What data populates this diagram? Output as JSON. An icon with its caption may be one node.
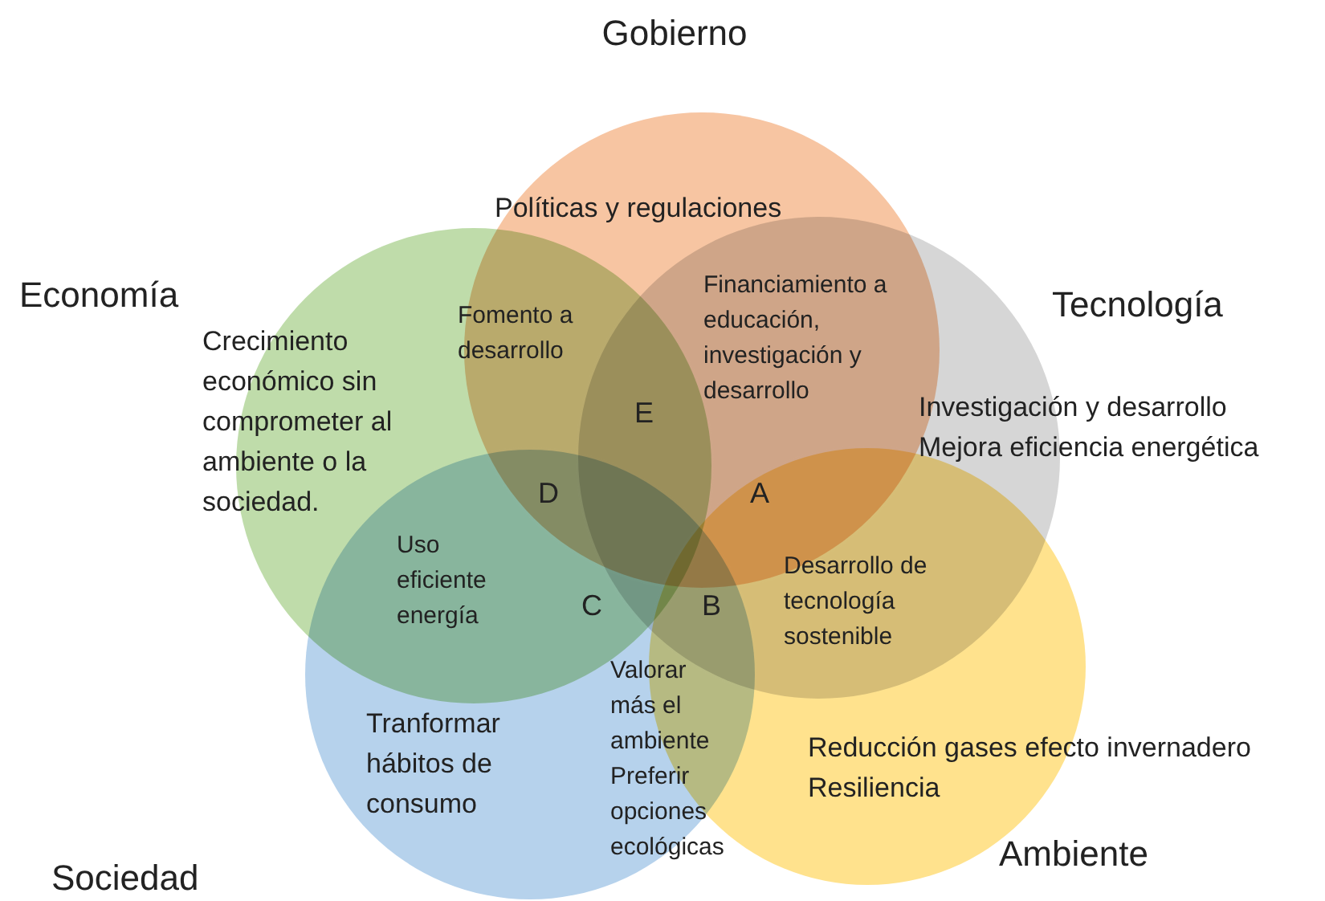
{
  "diagram": {
    "nodes": [
      {
        "text": [
          "Gobierno",
          "Políticas y regulaciones"
        ]
      },
      {
        "text": [
          "Economía",
          "Crecimiento económico sin comprometer al ambiente o la sociedad."
        ]
      },
      {
        "text": [
          "Tecnología",
          "Investigación y desarrollo",
          "Mejora eficiencia energética"
        ]
      },
      {
        "text": [
          "Tranformar hábitos de consumo",
          "Sociedad"
        ]
      },
      {
        "text": [
          "Reducción gases efecto invernadero",
          "Resiliencia",
          "Ambiente"
        ]
      }
    ],
    "labels": [
      "Fomento a desarrollo",
      "Financiamiento a educación, investigación y desarrollo",
      "E",
      "D",
      "A",
      "Uso eficiente energía",
      "C",
      "B",
      "Desarrollo de tecnología sostenible",
      "Valorar más el ambiente",
      "Preferir opciones ecológicas"
    ]
  }
}
